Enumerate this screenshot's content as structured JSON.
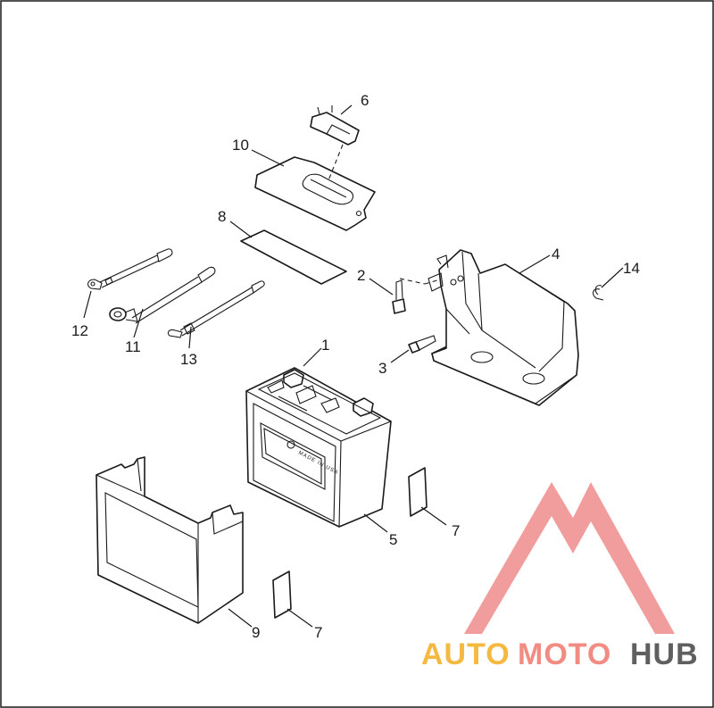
{
  "callouts": [
    {
      "id": "1",
      "label": "1"
    },
    {
      "id": "2",
      "label": "2"
    },
    {
      "id": "3",
      "label": "3"
    },
    {
      "id": "4",
      "label": "4"
    },
    {
      "id": "5",
      "label": "5"
    },
    {
      "id": "6",
      "label": "6"
    },
    {
      "id": "7a",
      "label": "7"
    },
    {
      "id": "7b",
      "label": "7"
    },
    {
      "id": "8",
      "label": "8"
    },
    {
      "id": "9",
      "label": "9"
    },
    {
      "id": "10",
      "label": "10"
    },
    {
      "id": "11",
      "label": "11"
    },
    {
      "id": "12",
      "label": "12"
    },
    {
      "id": "13",
      "label": "13"
    },
    {
      "id": "14",
      "label": "14"
    }
  ],
  "battery_text": "MADE IN USA",
  "watermark": {
    "part1": "AUTO",
    "part2": "MOTO",
    "part3": "HUB",
    "color1": "#f5b942",
    "color2": "#f28b82",
    "color3": "#5f5f5f",
    "logo_color": "#f08c8c"
  },
  "colors": {
    "line": "#1a1a1a",
    "background": "#ffffff"
  }
}
